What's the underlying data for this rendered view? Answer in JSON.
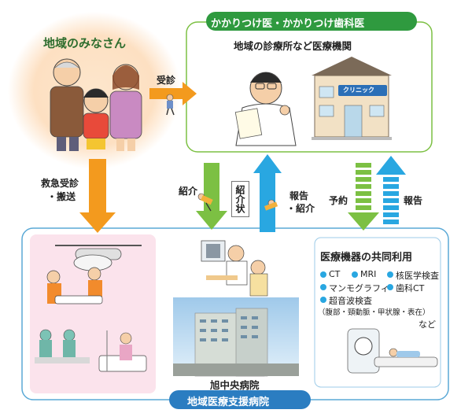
{
  "labels": {
    "residents": "地域のみなさん",
    "clinic_banner": "かかりつけ医・かかりつけ歯科医",
    "clinic_desc": "地域の診療所など医療機関",
    "clinic_sign": "クリニック",
    "consult": "受診",
    "emergency_line1": "救急受診",
    "emergency_line2": "・搬送",
    "referral": "紹介",
    "referral_letter": "紹介状",
    "report_line1": "報告",
    "report_line2": "・紹介",
    "reservation": "予約",
    "report": "報告",
    "hospital_name": "旭中央病院",
    "bottom_banner": "地域医療支援病院"
  },
  "equipment": {
    "title": "医療機器の共同利用",
    "row1": [
      "CT",
      "MRI",
      "核医学検査"
    ],
    "row2": [
      "マンモグラフィ",
      "歯科CT"
    ],
    "row3": "超音波検査",
    "row3_sub": "（腹部・頸動脈・甲状腺・表在）",
    "etc": "など"
  },
  "colors": {
    "orange": "#f39a1e",
    "green": "#7cc043",
    "blue": "#29a7e1",
    "clinic_border": "#7cc043",
    "hospital_border": "#5aa9d6",
    "pink_box": "#fbe3ec",
    "peach_glow": "#fde0c2"
  }
}
